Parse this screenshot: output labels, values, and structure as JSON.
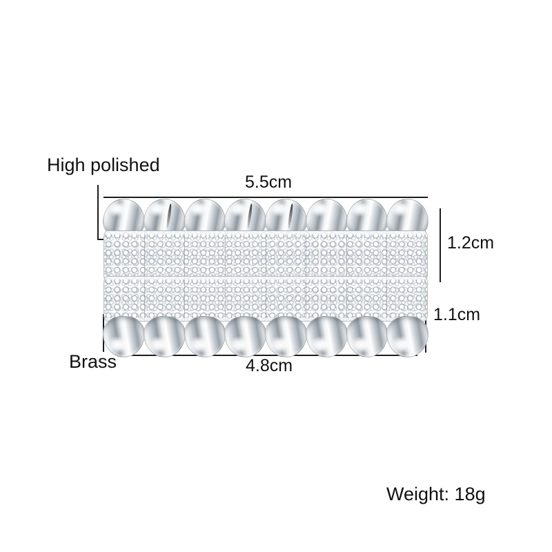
{
  "product": {
    "type": "grillz-set",
    "pieces": [
      {
        "id": "top",
        "teeth": 8,
        "orientation": "domes-up"
      },
      {
        "id": "bottom",
        "teeth": 8,
        "orientation": "domes-down"
      }
    ]
  },
  "annotations": {
    "high_polished": "High polished",
    "brass": "Brass",
    "width_top": "5.5cm",
    "width_bottom": "4.8cm",
    "height_top": "1.2cm",
    "height_bottom": "1.1cm",
    "weight": "Weight: 18g"
  },
  "colors": {
    "background": "#ffffff",
    "line": "#1c1c1c",
    "text": "#111111",
    "metal_light": "#ffffff",
    "metal_mid": "#c9cfd5",
    "metal_dark": "#8f979e"
  }
}
